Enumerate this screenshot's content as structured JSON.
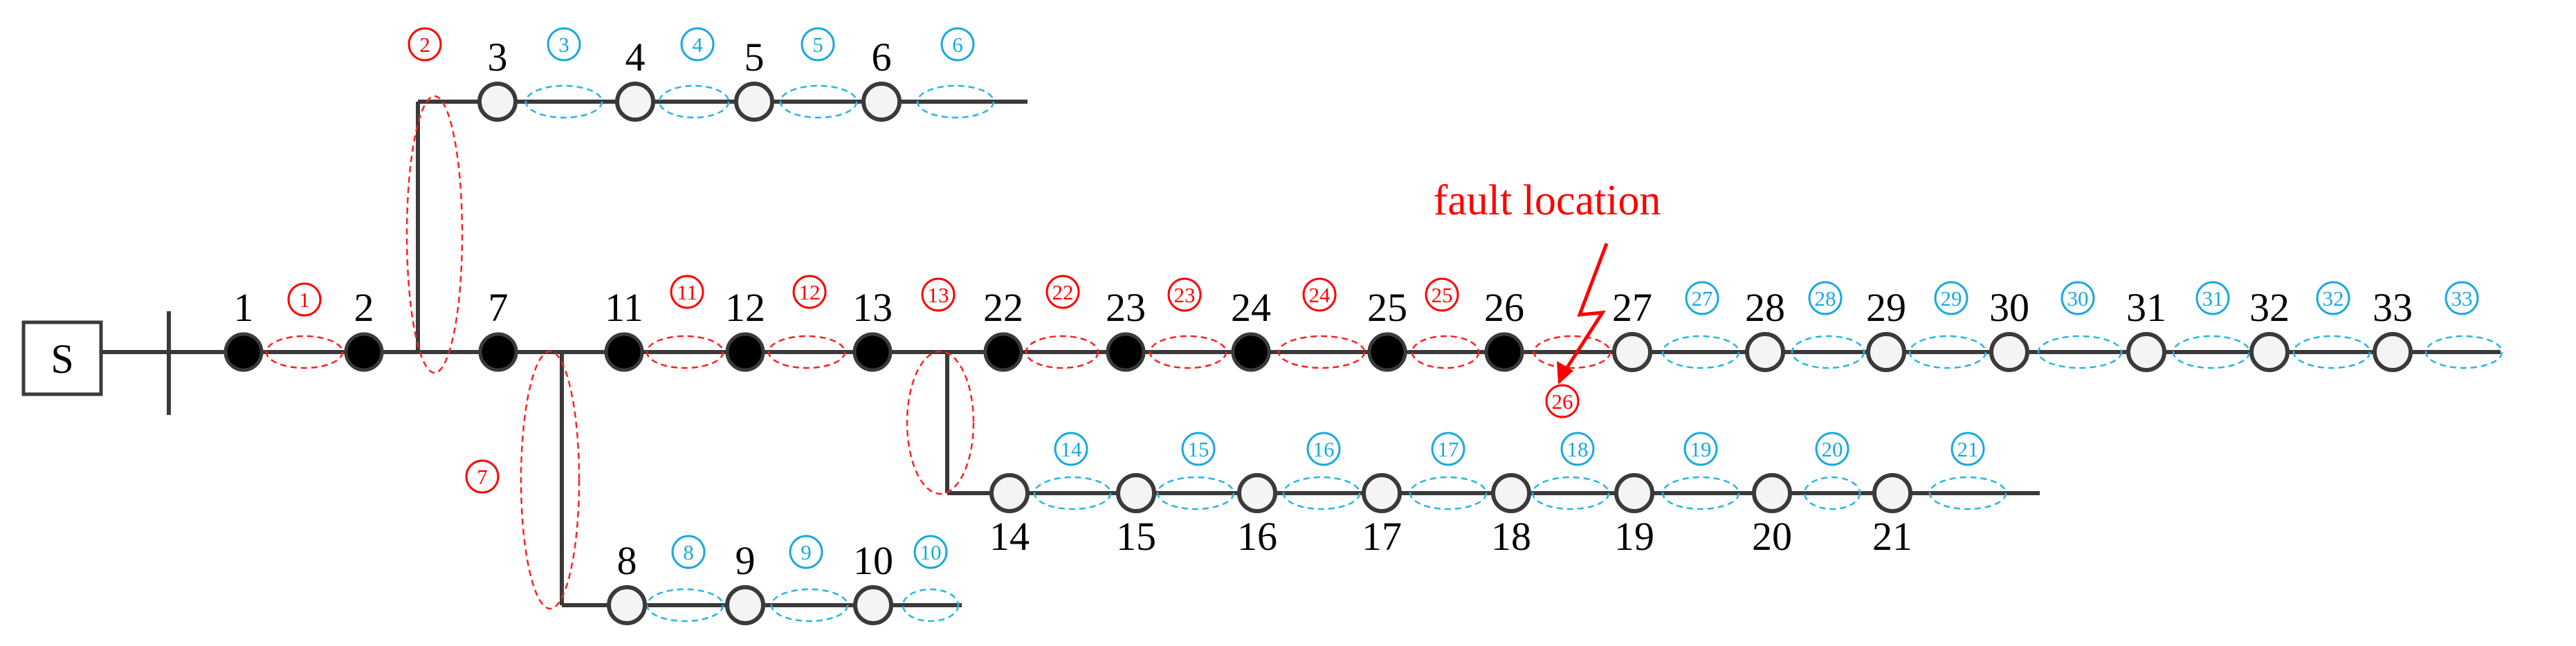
{
  "source": {
    "label": "S"
  },
  "fault": {
    "label": "fault location",
    "color": "#ff0000"
  },
  "colors": {
    "faulty": "#ff0000",
    "healthy": "#1aa8e0",
    "line": "#3a3a3a"
  },
  "nodes": [
    {
      "label": "1",
      "state": "dark"
    },
    {
      "label": "2",
      "state": "dark"
    },
    {
      "label": "3",
      "state": "light"
    },
    {
      "label": "4",
      "state": "light"
    },
    {
      "label": "5",
      "state": "light"
    },
    {
      "label": "6",
      "state": "light"
    },
    {
      "label": "7",
      "state": "dark"
    },
    {
      "label": "8",
      "state": "light"
    },
    {
      "label": "9",
      "state": "light"
    },
    {
      "label": "10",
      "state": "light"
    },
    {
      "label": "11",
      "state": "dark"
    },
    {
      "label": "12",
      "state": "dark"
    },
    {
      "label": "13",
      "state": "dark"
    },
    {
      "label": "14",
      "state": "light"
    },
    {
      "label": "15",
      "state": "light"
    },
    {
      "label": "16",
      "state": "light"
    },
    {
      "label": "17",
      "state": "light"
    },
    {
      "label": "18",
      "state": "light"
    },
    {
      "label": "19",
      "state": "light"
    },
    {
      "label": "20",
      "state": "light"
    },
    {
      "label": "21",
      "state": "light"
    },
    {
      "label": "22",
      "state": "dark"
    },
    {
      "label": "23",
      "state": "dark"
    },
    {
      "label": "24",
      "state": "dark"
    },
    {
      "label": "25",
      "state": "dark"
    },
    {
      "label": "26",
      "state": "dark"
    },
    {
      "label": "27",
      "state": "light"
    },
    {
      "label": "28",
      "state": "light"
    },
    {
      "label": "29",
      "state": "light"
    },
    {
      "label": "30",
      "state": "light"
    },
    {
      "label": "31",
      "state": "light"
    },
    {
      "label": "32",
      "state": "light"
    },
    {
      "label": "33",
      "state": "light"
    }
  ],
  "sections": [
    {
      "label": "1",
      "state": "faulty"
    },
    {
      "label": "2",
      "state": "faulty"
    },
    {
      "label": "3",
      "state": "healthy"
    },
    {
      "label": "4",
      "state": "healthy"
    },
    {
      "label": "5",
      "state": "healthy"
    },
    {
      "label": "6",
      "state": "healthy"
    },
    {
      "label": "7",
      "state": "faulty"
    },
    {
      "label": "8",
      "state": "healthy"
    },
    {
      "label": "9",
      "state": "healthy"
    },
    {
      "label": "10",
      "state": "healthy"
    },
    {
      "label": "11",
      "state": "faulty"
    },
    {
      "label": "12",
      "state": "faulty"
    },
    {
      "label": "13",
      "state": "faulty"
    },
    {
      "label": "14",
      "state": "healthy"
    },
    {
      "label": "15",
      "state": "healthy"
    },
    {
      "label": "16",
      "state": "healthy"
    },
    {
      "label": "17",
      "state": "healthy"
    },
    {
      "label": "18",
      "state": "healthy"
    },
    {
      "label": "19",
      "state": "healthy"
    },
    {
      "label": "20",
      "state": "healthy"
    },
    {
      "label": "21",
      "state": "healthy"
    },
    {
      "label": "22",
      "state": "faulty"
    },
    {
      "label": "23",
      "state": "faulty"
    },
    {
      "label": "24",
      "state": "faulty"
    },
    {
      "label": "25",
      "state": "faulty"
    },
    {
      "label": "26",
      "state": "faulty"
    },
    {
      "label": "27",
      "state": "healthy"
    },
    {
      "label": "28",
      "state": "healthy"
    },
    {
      "label": "29",
      "state": "healthy"
    },
    {
      "label": "30",
      "state": "healthy"
    },
    {
      "label": "31",
      "state": "healthy"
    },
    {
      "label": "32",
      "state": "healthy"
    },
    {
      "label": "33",
      "state": "healthy"
    }
  ]
}
